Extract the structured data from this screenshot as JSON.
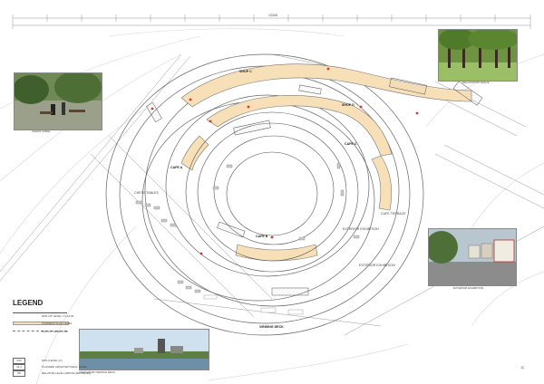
{
  "labels": {
    "shop_c": "SHOP C",
    "shop_d": "SHOP D",
    "cafe_a": "CAFE A",
    "cafe_b": "CAFE B",
    "cafe_c": "CAFE C",
    "chess_tables_left": "CHESS TABLE",
    "chess_tables_mid": "CHESS TABLES",
    "cafe_terrace": "CAFE TERRACE",
    "exterior_exhibition": "EXTERIOR EXHIBITION",
    "exterior_exhibition_photo": "EXTERIOR EXHIBITION",
    "exterior_exhibition_path": "EXTERIOR EXHIBITION",
    "relaxation_space": "RELAXATION SPACE",
    "viewing_deck": "VIEWING DECK",
    "view_caption": "VIEW FROM VIEWING DECK",
    "top_dimension": "12345",
    "page_number": "11"
  },
  "legend": {
    "title": "LEGEND",
    "items": [
      {
        "text": "PATH AT LEVEL 7.5-12.00"
      },
      {
        "text": "CURRENT PLAN LEVEL"
      },
      {
        "text": "PATH AT LEVEL 0.00"
      }
    ],
    "symbols": [
      {
        "code": "0.00",
        "text": "PATH LEVEL (m)"
      },
      {
        "code": "01.4",
        "text": "PLANNED ARCHITECTURAL LEVEL"
      },
      {
        "code": "PR",
        "text": "RELATIVE LEVEL (ABOVE SEA LEVEL)"
      }
    ]
  },
  "colors": {
    "accent_fill": "#f7dfb8",
    "line": "#555555",
    "marker": "#d23a2a"
  }
}
